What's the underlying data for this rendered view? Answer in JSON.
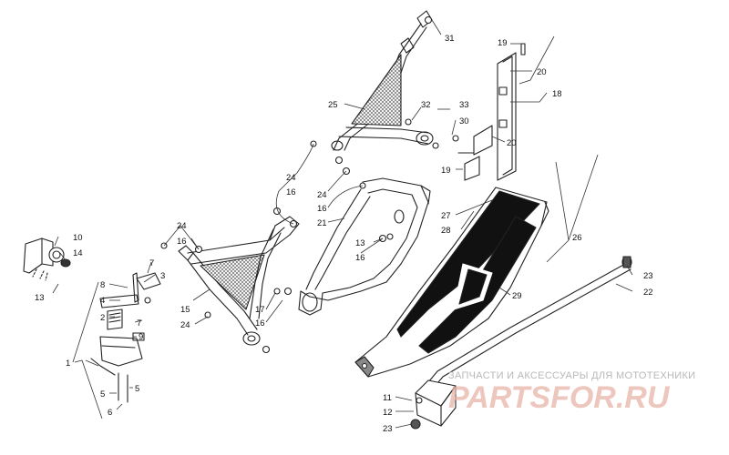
{
  "watermark": {
    "tagline": "ЗАПЧАСТИ И АКСЕССУАРЫ ДЛЯ МОТОТЕХНИКИ",
    "brand": "PARTSFOR.RU",
    "color": "#e0a898"
  },
  "callouts": [
    {
      "id": "31",
      "label": "31"
    },
    {
      "id": "19a",
      "label": "19"
    },
    {
      "id": "20a",
      "label": "20"
    },
    {
      "id": "18",
      "label": "18"
    },
    {
      "id": "25",
      "label": "25"
    },
    {
      "id": "32",
      "label": "32"
    },
    {
      "id": "33",
      "label": "33"
    },
    {
      "id": "30",
      "label": "30"
    },
    {
      "id": "20b",
      "label": "20"
    },
    {
      "id": "19b",
      "label": "19"
    },
    {
      "id": "24a",
      "label": "24"
    },
    {
      "id": "16a",
      "label": "16"
    },
    {
      "id": "24b",
      "label": "24"
    },
    {
      "id": "16b",
      "label": "16"
    },
    {
      "id": "21",
      "label": "21"
    },
    {
      "id": "27",
      "label": "27"
    },
    {
      "id": "28",
      "label": "28"
    },
    {
      "id": "26",
      "label": "26"
    },
    {
      "id": "10",
      "label": "10"
    },
    {
      "id": "14",
      "label": "14"
    },
    {
      "id": "24c",
      "label": "24"
    },
    {
      "id": "16c",
      "label": "16"
    },
    {
      "id": "13a",
      "label": "13"
    },
    {
      "id": "16d",
      "label": "16"
    },
    {
      "id": "13b",
      "label": "13"
    },
    {
      "id": "8",
      "label": "8"
    },
    {
      "id": "7a",
      "label": "7"
    },
    {
      "id": "3",
      "label": "3"
    },
    {
      "id": "4",
      "label": "4"
    },
    {
      "id": "15",
      "label": "15"
    },
    {
      "id": "17",
      "label": "17"
    },
    {
      "id": "16e",
      "label": "16"
    },
    {
      "id": "24d",
      "label": "24"
    },
    {
      "id": "2",
      "label": "2"
    },
    {
      "id": "7b",
      "label": "7"
    },
    {
      "id": "9",
      "label": "9"
    },
    {
      "id": "29",
      "label": "29"
    },
    {
      "id": "23a",
      "label": "23"
    },
    {
      "id": "22",
      "label": "22"
    },
    {
      "id": "1",
      "label": "1"
    },
    {
      "id": "5a",
      "label": "5"
    },
    {
      "id": "5b",
      "label": "5"
    },
    {
      "id": "6",
      "label": "6"
    },
    {
      "id": "11",
      "label": "11"
    },
    {
      "id": "12",
      "label": "12"
    },
    {
      "id": "23b",
      "label": "23"
    }
  ]
}
